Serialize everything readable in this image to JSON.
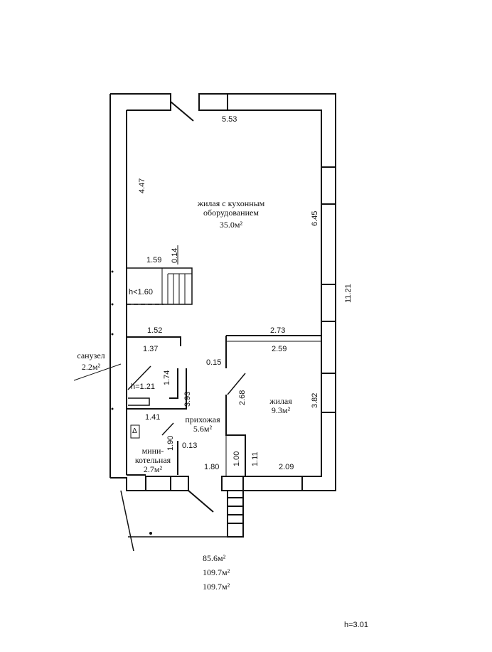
{
  "rooms": {
    "living_kitchen": {
      "name_line1": "жилая с кухонным",
      "name_line2": "оборудованием",
      "area": "35.0м²"
    },
    "living": {
      "name": "жилая",
      "area": "9.3м²"
    },
    "hall": {
      "name": "прихожая",
      "area": "5.6м²"
    },
    "boiler": {
      "name_line1": "мини-",
      "name_line2": "котельная",
      "area": "2.7м²"
    },
    "bathroom": {
      "name": "санузел",
      "area": "2.2м²"
    }
  },
  "dimensions": {
    "d553": "5.53",
    "d447": "4.47",
    "d645": "6.45",
    "d1121": "11.21",
    "d159": "1.59",
    "d014": "0.14",
    "d152": "1.52",
    "d137": "1.37",
    "d273": "2.73",
    "d259": "2.59",
    "d015": "0.15",
    "d268": "2.68",
    "d382": "3.82",
    "d174": "1.74",
    "d393": "3.93",
    "d141": "1.41",
    "d190": "1.90",
    "d013": "0.13",
    "d180": "1.80",
    "d100": "1.00",
    "d111": "1.11",
    "d209": "2.09"
  },
  "heights": {
    "stair": "h<1.60",
    "bath": "h=1.21",
    "floor": "h=3.01"
  },
  "totals": [
    "85.6м²",
    "109.7м²",
    "109.7м²"
  ],
  "marks": {
    "boiler_mark": "Δ"
  }
}
